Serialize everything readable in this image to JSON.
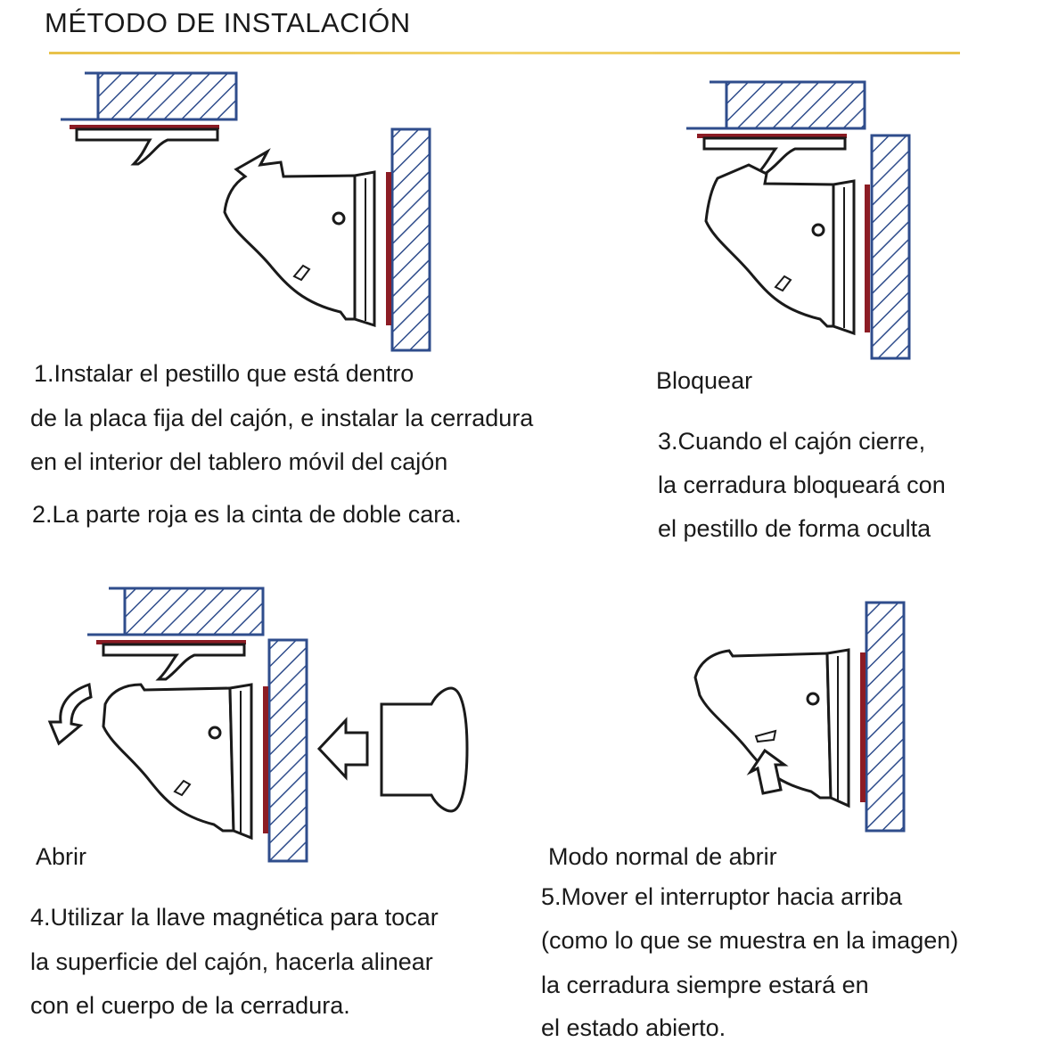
{
  "title": "MÉTODO DE INSTALACIÓN",
  "colors": {
    "accent_rule": "#e8c24a",
    "hatch": "#2f4d8c",
    "tape": "#8c1c24",
    "line": "#1a1a1a"
  },
  "step1": {
    "lines": [
      "1.Instalar el pestillo que está dentro",
      "de la placa fija del cajón, e instalar la cerradura",
      "en el interior del tablero móvil del cajón"
    ]
  },
  "step2": {
    "line": "2.La parte roja es la cinta de doble cara."
  },
  "lock": {
    "label": "Bloquear",
    "lines": [
      "3.Cuando el cajón cierre,",
      "la cerradura bloqueará con",
      "el pestillo de forma oculta"
    ]
  },
  "open": {
    "label": "Abrir",
    "lines": [
      "4.Utilizar la llave magnética para tocar",
      "la superficie del cajón, hacerla alinear",
      "con el cuerpo de la cerradura."
    ]
  },
  "normal": {
    "label": "Modo normal de abrir",
    "lines": [
      "5.Mover el interruptor hacia arriba",
      "(como lo que se muestra en la imagen)",
      "la cerradura siempre estará en",
      "el estado abierto."
    ]
  }
}
